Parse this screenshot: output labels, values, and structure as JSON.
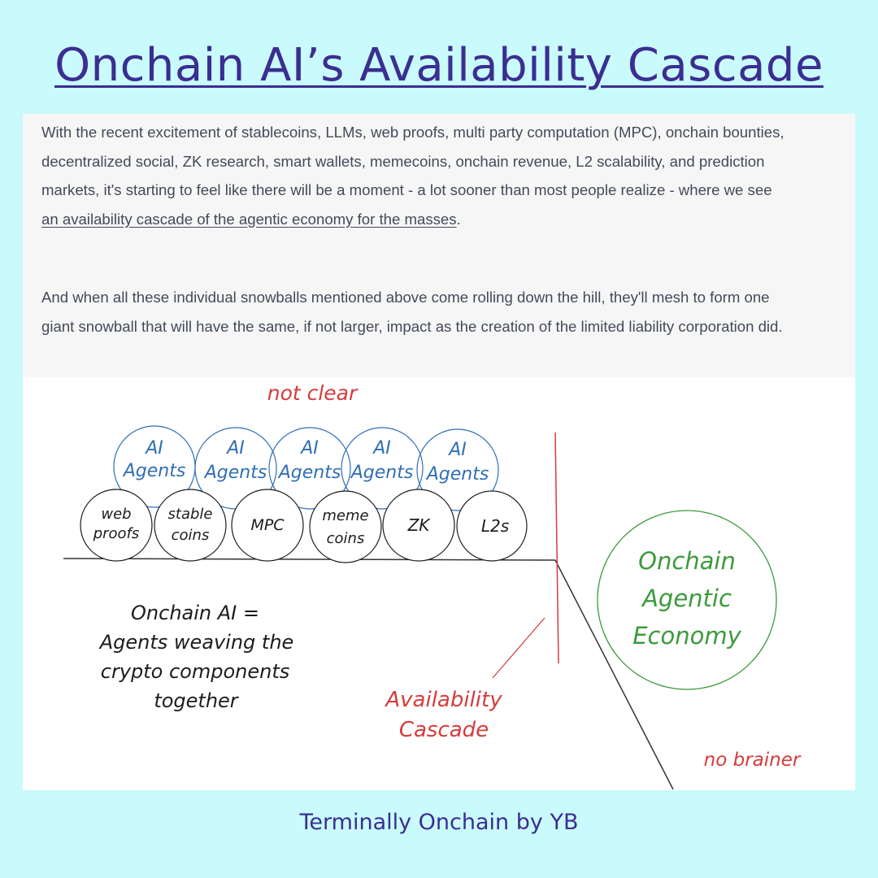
{
  "title": "Onchain AI’s Availability Cascade",
  "intro": {
    "p1_before": "With the recent excitement of stablecoins, LLMs, web proofs, multi party computation (MPC), onchain bounties, decentralized social, ZK research, smart wallets, memecoins, onchain revenue, L2 scalability, and prediction markets, it's starting to feel like there will be a moment - a lot sooner than most people realize - where we see ",
    "p1_link": "an availability cascade of the agentic economy for the masses",
    "p1_after": ".",
    "p2": "And when all these individual snowballs mentioned above come rolling down the hill, they'll mesh to form one giant snowball that will have the same, if not larger, impact as the creation of the limited liability corporation did."
  },
  "diagram": {
    "not_clear": "not clear",
    "agents": [
      {
        "line1": "AI",
        "line2": "Agents"
      },
      {
        "line1": "AI",
        "line2": "Agents"
      },
      {
        "line1": "AI",
        "line2": "Agents"
      },
      {
        "line1": "AI",
        "line2": "Agents"
      },
      {
        "line1": "AI",
        "line2": "Agents"
      }
    ],
    "components": [
      {
        "line1": "web",
        "line2": "proofs"
      },
      {
        "line1": "stable",
        "line2": "coins"
      },
      {
        "line1": "MPC",
        "line2": ""
      },
      {
        "line1": "meme",
        "line2": "coins"
      },
      {
        "line1": "ZK",
        "line2": ""
      },
      {
        "line1": "L2s",
        "line2": ""
      }
    ],
    "definition": [
      "Onchain AI =",
      "Agents weaving the",
      "crypto components",
      "together"
    ],
    "cascade_label": [
      "Availability",
      "Cascade"
    ],
    "economy": [
      "Onchain",
      "Agentic",
      "Economy"
    ],
    "no_brainer": "no brainer",
    "colors": {
      "agents": "#2f6fb5",
      "red": "#d63b3b",
      "green": "#3c9a3c",
      "ink": "#1c1c1c"
    }
  },
  "footer": "Terminally Onchain by YB"
}
